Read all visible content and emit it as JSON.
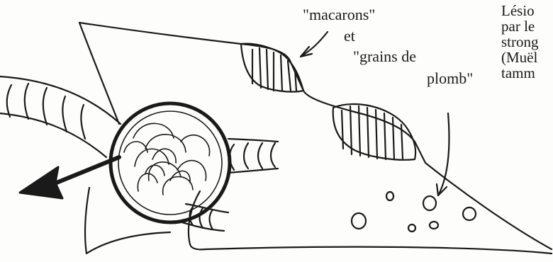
{
  "labels": {
    "macarons": "\"macarons\"",
    "et": "et",
    "grains_de": "\"grains de",
    "plomb": "plomb\""
  },
  "side_text": {
    "line1": "Lésio",
    "line2": "par le",
    "line3": "strong",
    "line4": "(Muël",
    "line5": "tamm"
  },
  "colors": {
    "ink": "#1a1a1a",
    "paper": "#fdfdfc"
  }
}
